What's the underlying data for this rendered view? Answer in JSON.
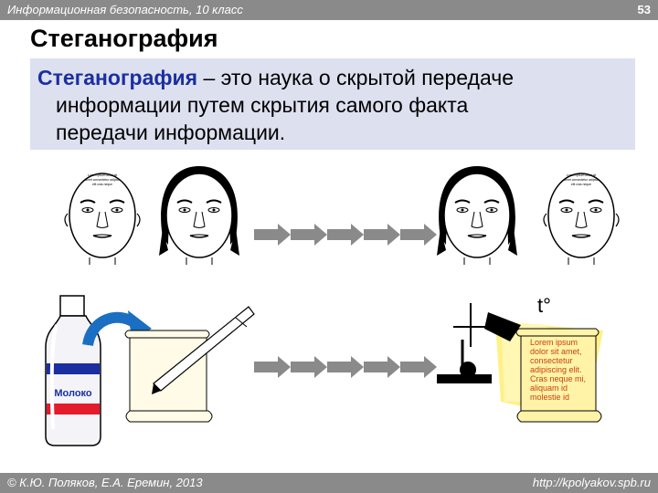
{
  "header": {
    "course": "Информационная безопасность, 10 класс",
    "page_number": "53"
  },
  "slide": {
    "title": "Стеганография",
    "definition_term": "Стеганография",
    "definition_line1_rest": " – это наука о скрытой передаче",
    "definition_line2": "информации путем скрытия самого факта",
    "definition_line3": "передачи информации."
  },
  "illustration": {
    "bottle_label": "Молоко",
    "temperature_label": "t°",
    "scroll_text": [
      "Lorem ipsum",
      "dolor sit amet,",
      "consectetur",
      "adipiscing elit.",
      "Cras neque mi,",
      "aliquam id",
      "molestie id"
    ]
  },
  "footer": {
    "authors": "© К.Ю. Поляков, Е.А. Еремин, 2013",
    "site": "http://kpolyakov.spb.ru"
  }
}
